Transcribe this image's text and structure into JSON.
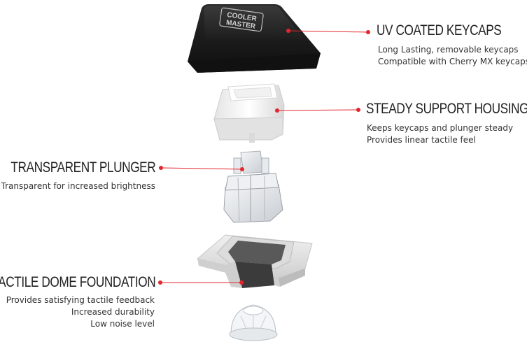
{
  "callouts": {
    "keycaps": {
      "title": "UV COATED KEYCAPS",
      "lines": [
        "Long Lasting, removable keycaps",
        "Compatible with Cherry MX keycaps"
      ]
    },
    "housing": {
      "title": "STEADY SUPPORT HOUSING",
      "lines": [
        "Keeps keycaps and plunger steady",
        "Provides linear tactile feel"
      ]
    },
    "plunger": {
      "title": "TRANSPARENT PLUNGER",
      "lines": [
        "Transparent for increased brightness"
      ]
    },
    "dome": {
      "title": "TACTILE DOME FOUNDATION",
      "lines": [
        "Provides satisfying tactile feedback",
        "Increased durability",
        "Low noise level"
      ]
    }
  },
  "keycap_logo": "COOLER MASTER",
  "colors": {
    "accent": "#e3262d",
    "text": "#222222",
    "keycap": "#1b1b1b"
  }
}
